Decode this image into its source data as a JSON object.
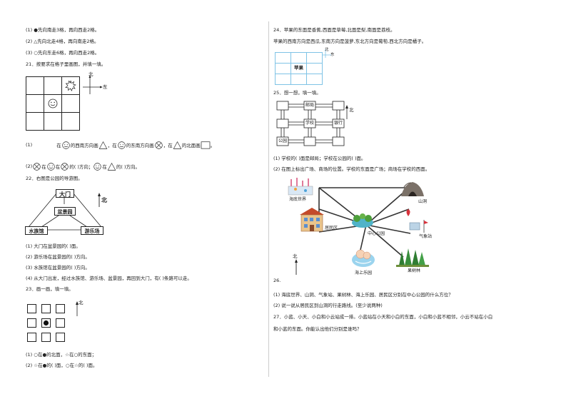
{
  "left": {
    "q20": {
      "l1": "(1) ●先向南走3格，再向西走2格。",
      "l2": "(2) △先向北走4格，再向南走2格。",
      "l3": "(3) ○先向东走6格，再向西走2格。"
    },
    "q21": {
      "title": "21．按要求在格子里画图，并填一填。",
      "north": "北",
      "east": "东",
      "line1": {
        "a": "(1)",
        "b": "在",
        "c": "的西南方向画",
        "d": "，在",
        "e": "的东南方向画",
        "f": "，在",
        "g": "的北面画"
      },
      "line2": {
        "a": "(2)",
        "b": "在",
        "c": "的(  )方向；",
        "d": "在",
        "e": "的(  )方向。"
      }
    },
    "q22": {
      "title": "22．右图是公园的导游图。",
      "north": "北",
      "gate": "大门",
      "garden": "盆景园",
      "aquarium": "水族馆",
      "playground": "游乐场",
      "l1": "(1) 大门在盆景园的(  )面。",
      "l2": "(2) 游乐场在盆景园的(  )方向。",
      "l3": "(3) 水族馆在盆景园的(  )方向。",
      "l4": "(4) 从大门出发，经过水族馆、游乐场、盆景园，再回到大门，有(  )条路可以走。"
    },
    "q23": {
      "title": "23．画一画，填一填。",
      "north": "北",
      "l1": "(1) ○在●的北面，☆在○的东面；",
      "l2": "(2) ☆在●的(  )面，○在☆的(  )面。"
    }
  },
  "right": {
    "q24": {
      "l1": "24．苹果的东面是香蕉,西面是草莓,北面是梨,南面是荔枝。",
      "l2": "苹果的西南方向是西瓜,东南方向是菠萝,东北方向是葡萄,西北方向是橘子。",
      "apple": "苹果",
      "north": "北",
      "east": "东"
    },
    "q25": {
      "title": "25．想一想，填一填。",
      "north": "北",
      "post": "邮局",
      "school": "学校",
      "bank": "银行",
      "park": "公园",
      "l1": "(1) 学校的(  )面是邮局；学校在公园的(  )面。",
      "l2": "(2) 在图上标出广场、商场的位置。学校的东面是广场；商场在学校的西面。"
    },
    "map": {
      "ocean_world": "海底世界",
      "mountain_cave": "山洞",
      "residential": "居民区",
      "center_park": "中心公园",
      "weather_station": "气象站",
      "sea_park": "海上乐园",
      "orchard": "果树林",
      "north": "北"
    },
    "q26": {
      "num": "26.",
      "l1": "(1) 海底世界、山洞、气象站、果树林、海上乐园、居民区分别在中心公园的什么方位？",
      "l2": "(2) 说一说从居民区到山洞的行走路线。(至少说两种)"
    },
    "q27": {
      "l1": "27．小蓝、小天、小白和小云站成一排。小蓝站在小天和小白的东面，小白和小蓝不相邻，小云不站在小白",
      "l2": "和小蓝的东面。你能认出他们分别是谁吗？"
    }
  }
}
